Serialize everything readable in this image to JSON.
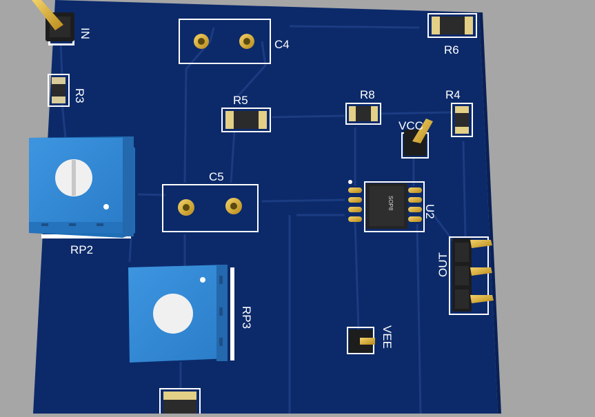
{
  "board": {
    "view": "3D PCB view",
    "colors": {
      "background": "#a6a6a6",
      "soldermask": "#0c2a6a",
      "silkscreen": "#ffffff",
      "trace": "#1b3b80",
      "pad_gold": "#c9a227",
      "potentiometer": "#2f86d6",
      "component_body": "#2b2b2b"
    }
  },
  "designators": {
    "in": "IN",
    "r3": "R3",
    "c4": "C4",
    "r6": "R6",
    "r5": "R5",
    "r8": "R8",
    "r4": "R4",
    "vcc": "VCC",
    "c5": "C5",
    "rp2": "RP2",
    "u2": "U2",
    "u2_package": "SOP8",
    "out": "OUT",
    "rp3": "RP3",
    "vee": "VEE"
  },
  "icons": {
    "resistor": "smd-resistor-icon",
    "capacitor": "through-hole-capacitor-icon",
    "potentiometer": "trimmer-potentiometer-icon",
    "ic": "sop8-ic-icon",
    "header": "pin-header-icon"
  }
}
